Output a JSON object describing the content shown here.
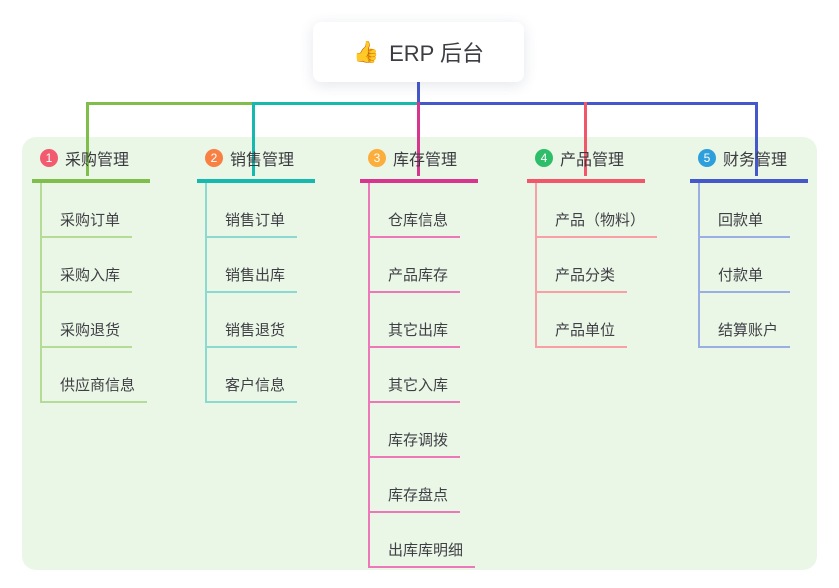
{
  "root": {
    "icon": "👍",
    "title": "ERP 后台"
  },
  "colors": {
    "canvas_bg": "#EBF7E6",
    "trunk": "#4457CB"
  },
  "branches": [
    {
      "num": "1",
      "label": "采购管理",
      "color": "#7FBE4B",
      "light": "#B5DC96",
      "badge": "#F25B6F",
      "children": [
        "采购订单",
        "采购入库",
        "采购退货",
        "供应商信息"
      ]
    },
    {
      "num": "2",
      "label": "销售管理",
      "color": "#17B9AE",
      "light": "#8CD9D2",
      "badge": "#F98043",
      "children": [
        "销售订单",
        "销售出库",
        "销售退货",
        "客户信息"
      ]
    },
    {
      "num": "3",
      "label": "库存管理",
      "color": "#D8368E",
      "light": "#EC77B9",
      "badge": "#FBAE3C",
      "children": [
        "仓库信息",
        "产品库存",
        "其它出库",
        "其它入库",
        "库存调拨",
        "库存盘点",
        "出库库明细"
      ]
    },
    {
      "num": "4",
      "label": "产品管理",
      "color": "#F2566B",
      "light": "#F8A0A5",
      "badge": "#2EBE6A",
      "children": [
        "产品（物料）",
        "产品分类",
        "产品单位"
      ]
    },
    {
      "num": "5",
      "label": "财务管理",
      "color": "#4457CB",
      "light": "#9AAEE3",
      "badge": "#2D9FDB",
      "children": [
        "回款单",
        "付款单",
        "结算账户"
      ]
    }
  ]
}
